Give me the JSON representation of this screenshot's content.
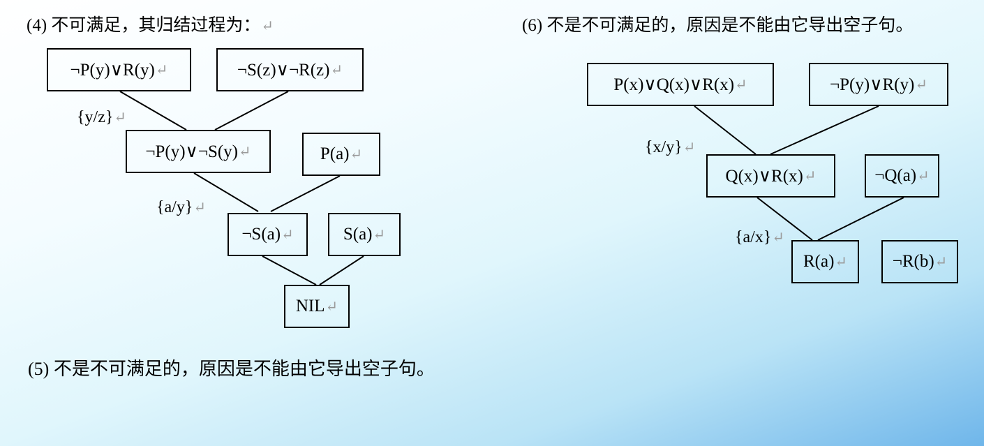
{
  "return_mark": "↵",
  "part4": {
    "heading": "(4) 不可满足，其归结过程为：",
    "nodes": {
      "n1": "¬P(y)∨R(y)",
      "n2": "¬S(z)∨¬R(z)",
      "n3": "¬P(y)∨¬S(y)",
      "n4": "P(a)",
      "n5": "¬S(a)",
      "n6": "S(a)",
      "n7": "NIL"
    },
    "subs": {
      "s1": "{y/z}",
      "s2": "{a/y}"
    }
  },
  "part5": {
    "text": "(5) 不是不可满足的，原因是不能由它导出空子句。"
  },
  "part6": {
    "heading": "(6) 不是不可满足的，原因是不能由它导出空子句。",
    "nodes": {
      "m1": "P(x)∨Q(x)∨R(x)",
      "m2": "¬P(y)∨R(y)",
      "m3": "Q(x)∨R(x)",
      "m4": "¬Q(a)",
      "m5": "R(a)",
      "m6": "¬R(b)"
    },
    "subs": {
      "t1": "{x/y}",
      "t2": "{a/x}"
    }
  }
}
